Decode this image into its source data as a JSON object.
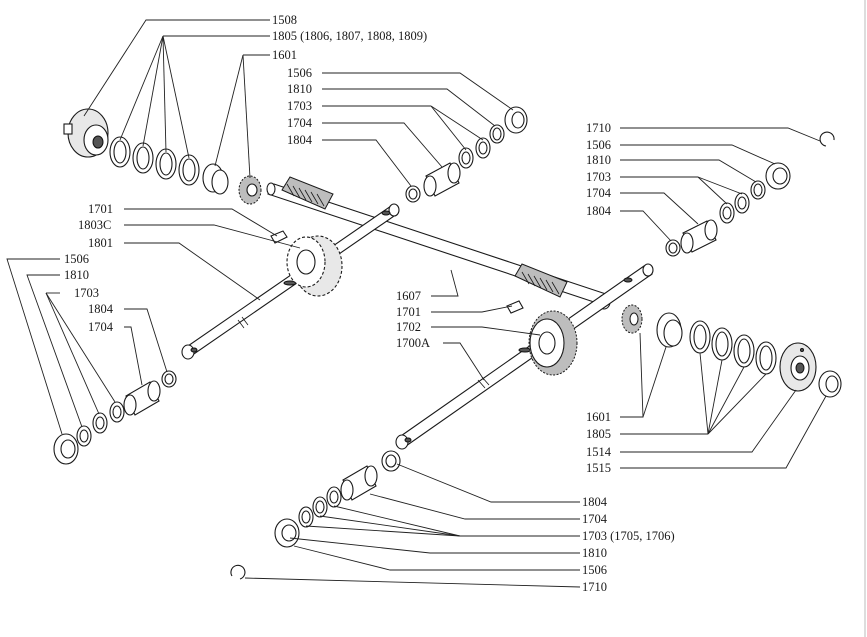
{
  "labels": {
    "l1508": "1508",
    "l1805top": "1805 (1806, 1807, 1808, 1809)",
    "l1601top": "1601",
    "l1506top": "1506",
    "l1810top": "1810",
    "l1703top": "1703",
    "l1704top": "1704",
    "l1804top": "1804",
    "l1710r": "1710",
    "l1506r": "1506",
    "l1810r": "1810",
    "l1703r": "1703",
    "l1704r": "1704",
    "l1804r": "1804",
    "l1701l": "1701",
    "l1803c": "1803C",
    "l1801": "1801",
    "l1506l": "1506",
    "l1810l": "1810",
    "l1703l": "1703",
    "l1804l": "1804",
    "l1704l": "1704",
    "l1607": "1607",
    "l1701m": "1701",
    "l1702": "1702",
    "l1700a": "1700A",
    "l1601r": "1601",
    "l1805r": "1805",
    "l1514": "1514",
    "l1515": "1515",
    "l1804b": "1804",
    "l1704b": "1704",
    "l1703b": "1703 (1705, 1706)",
    "l1810b": "1810",
    "l1506b": "1506",
    "l1710b": "1710"
  }
}
